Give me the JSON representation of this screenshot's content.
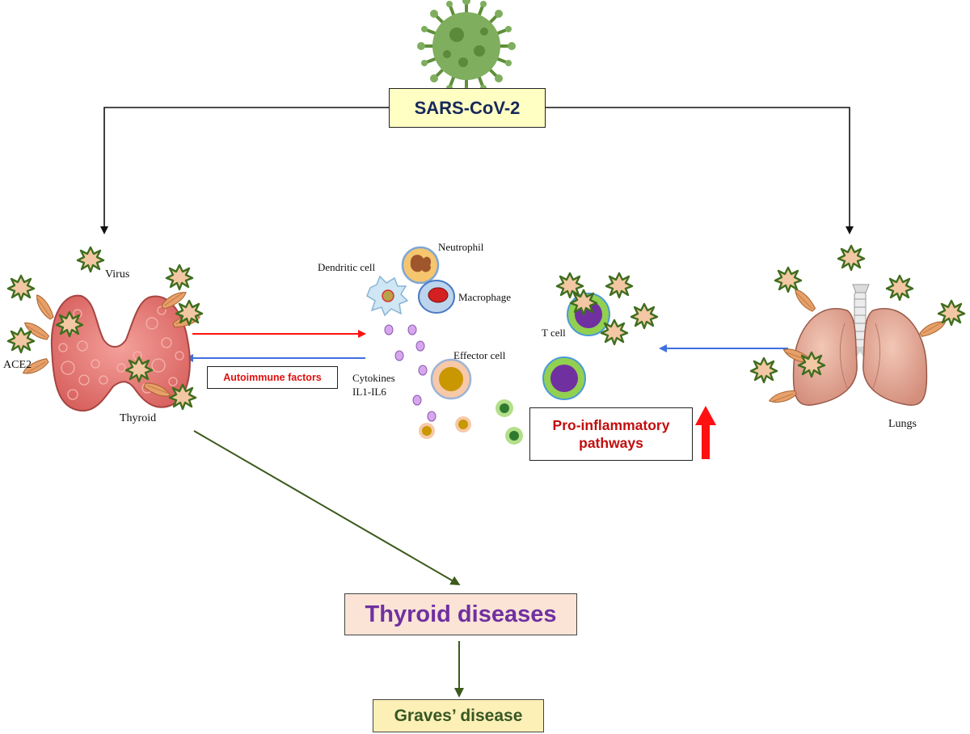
{
  "labels": {
    "sars": "SARS-CoV-2",
    "virus": "Virus",
    "ace2": "ACE2",
    "thyroid": "Thyroid",
    "neutrophil": "Neutrophil",
    "dendritic": "Dendritic cell",
    "macrophage": "Macrophage",
    "tcell": "T cell",
    "effector": "Effector cell",
    "cytokines_1": "Cytokines",
    "cytokines_2": "IL1-IL6",
    "lungs": "Lungs",
    "autoimmune": "Autoimmune factors",
    "proinf_1": "Pro-inflammatory",
    "proinf_2": "pathways",
    "thyroid_diseases": "Thyroid diseases",
    "graves": "Graves’ disease"
  },
  "colors": {
    "virus_body": "#7fae5e",
    "virus_spike": "#f3c7a4",
    "virus_outline": "#3f6e1e",
    "thyroid": "#e47f7b",
    "lung": "#e4a893",
    "red_arrow": "#ff1111",
    "blue_arrow": "#3f6fe0",
    "green_arrow": "#3b5a1c",
    "cytokine": "#d7a7ee",
    "tcell_ring": "#92d050",
    "tcell_core": "#7030a0"
  },
  "icons": [
    "coronavirus-icon",
    "thyroid-gland-icon",
    "lungs-icon",
    "virus-burst-icon",
    "ace2-receptor-icon"
  ]
}
